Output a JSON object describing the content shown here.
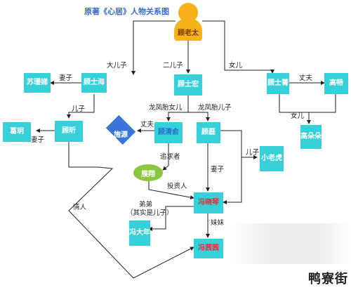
{
  "title": "原著《心居》人物关系图",
  "nodes": {
    "root": "顾老太",
    "gu_shi_feng": "顾士海",
    "su_li_mei": "苏珊娣",
    "gu_ting": "顾昕",
    "ge_ming": "葛玥",
    "gu_shi_hong": "顾士宏",
    "gu_qing_yu": "顾清俞",
    "gu_xu": "顾磊",
    "xiao_lao_hu": "小老虎",
    "feng_xiao_qin": "冯晓琴",
    "feng_da_nian": "冯大年",
    "feng_qian_qian": "冯茜茜",
    "gu_shi_jing": "顾士菁",
    "gao_chang": "高畅",
    "gao_duo_duo": "高朵朵",
    "shi_yuan": "施源",
    "zhan_yang": "展翔"
  },
  "labels": {
    "eldest_son": "大儿子",
    "second_son": "二儿子",
    "daughter": "女儿",
    "wife1": "妻子",
    "son1": "儿子",
    "wife2": "妻子",
    "twin_daughter": "龙凤胎女儿",
    "twin_son": "龙凤胎儿子",
    "husband1": "丈夫",
    "pursuer": "追求者",
    "investor": "投资人",
    "wife3": "妻子",
    "son2": "儿子",
    "brother": "弟弟",
    "brother_note": "（其实是儿子）",
    "sister": "妹妹",
    "lover": "情人",
    "husband2": "丈夫",
    "daughter2": "女儿"
  },
  "watermark": "鸭寮街",
  "colors": {
    "node": "#36d0d8",
    "root": "#f7b21a",
    "diamond": "#3a74d8",
    "oval": "#8cc63f",
    "title": "#3d6cc4",
    "highlight_text": "#e0303a"
  }
}
